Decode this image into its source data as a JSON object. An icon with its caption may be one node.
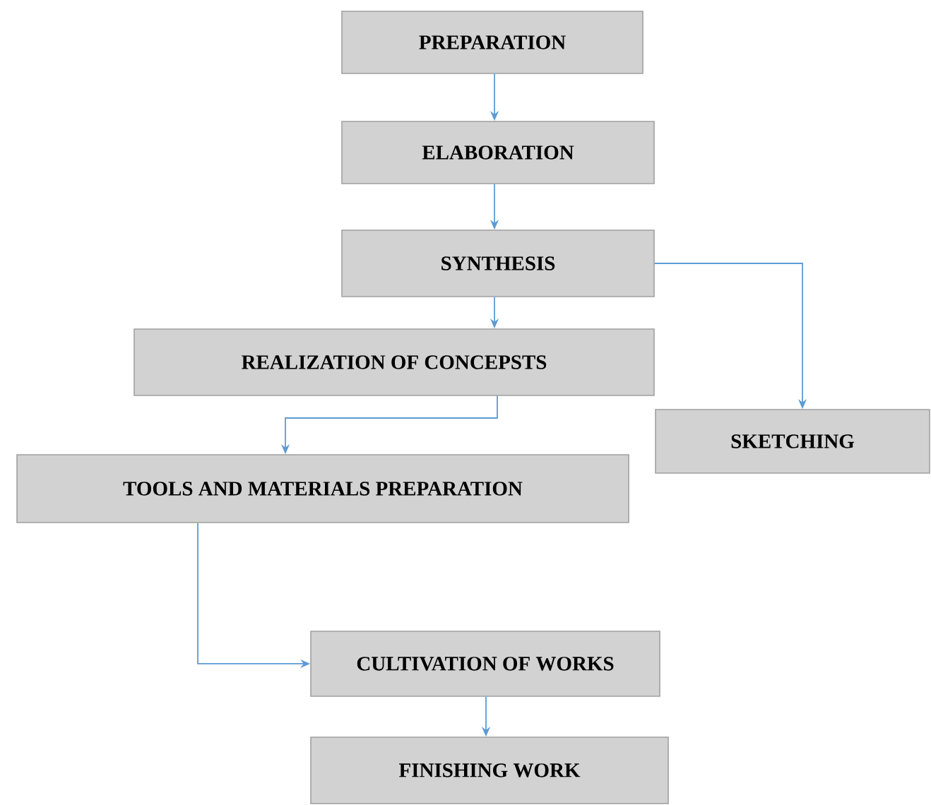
{
  "diagram": {
    "nodes": [
      {
        "text": [
          "PREPARATION"
        ]
      },
      {
        "text": [
          "ELABORATION"
        ]
      },
      {
        "text": [
          "SYNTHESIS"
        ]
      },
      {
        "text": [
          "REALIZATION OF CONCEPSTS"
        ]
      },
      {
        "text": [
          "SKETCHING"
        ]
      },
      {
        "text": [
          "TOOLS AND MATERIALS PREPARATION"
        ]
      },
      {
        "text": [
          "CULTIVATION OF WORKS"
        ]
      },
      {
        "text": [
          "FINISHING WORK"
        ]
      }
    ],
    "edges": [
      {
        "from": 0,
        "to": 1,
        "arrow": "to"
      },
      {
        "from": 1,
        "to": 2,
        "arrow": "to"
      },
      {
        "from": 2,
        "to": 3,
        "arrow": "to"
      },
      {
        "from": 2,
        "to": 4,
        "arrow": "to"
      },
      {
        "from": 3,
        "to": 5,
        "arrow": "to"
      },
      {
        "from": 5,
        "to": 6,
        "arrow": "to"
      },
      {
        "from": 6,
        "to": 7,
        "arrow": "to"
      }
    ]
  }
}
